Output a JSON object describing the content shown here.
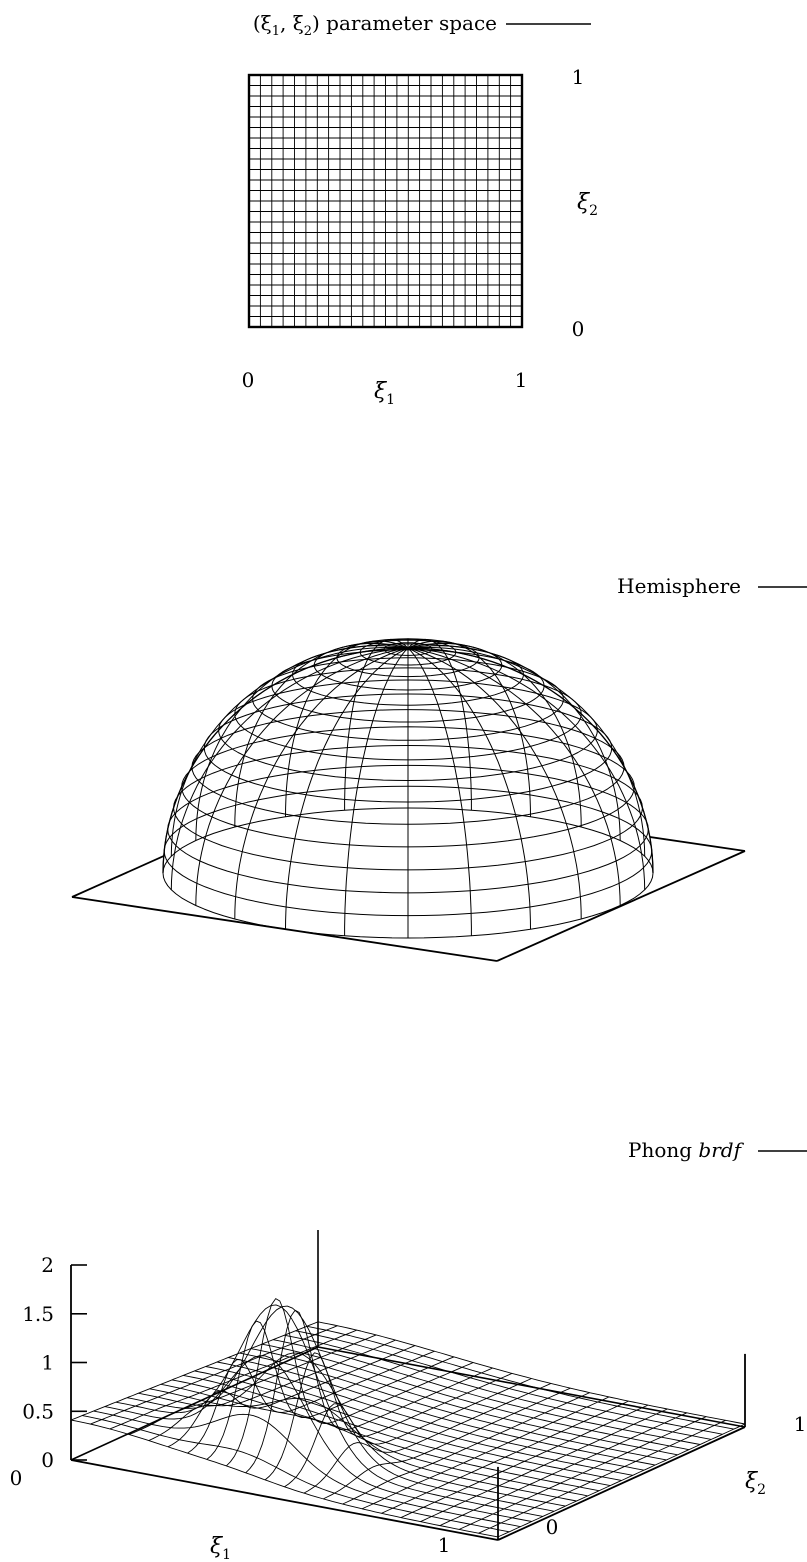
{
  "panels": [
    {
      "key_label_prefix": "(ξ",
      "key_label_s1": "1",
      "key_label_mid": ", ξ",
      "key_label_s2": "2",
      "key_label_suffix": ") parameter space",
      "x_axis": {
        "var": "ξ",
        "sub": "1",
        "min_label": "0",
        "max_label": "1"
      },
      "y_axis": {
        "var": "ξ",
        "sub": "2",
        "min_label": "0",
        "max_label": "1"
      },
      "grid_divisions": 24
    },
    {
      "key_label": "Hemisphere",
      "latitude_rings": 16,
      "meridians": 24
    },
    {
      "key_label_prefix": "Phong ",
      "key_label_italic": "brdf",
      "z_ticks": [
        "2",
        "1.5",
        "1",
        "0.5",
        "0"
      ],
      "x_axis": {
        "var": "ξ",
        "sub": "1",
        "min_label": "0",
        "max_label": "1"
      },
      "y_axis": {
        "var": "ξ",
        "sub": "2",
        "min_label": "0",
        "max_label": "1"
      }
    }
  ],
  "colors": {
    "line": "#000000",
    "background": "#ffffff"
  }
}
